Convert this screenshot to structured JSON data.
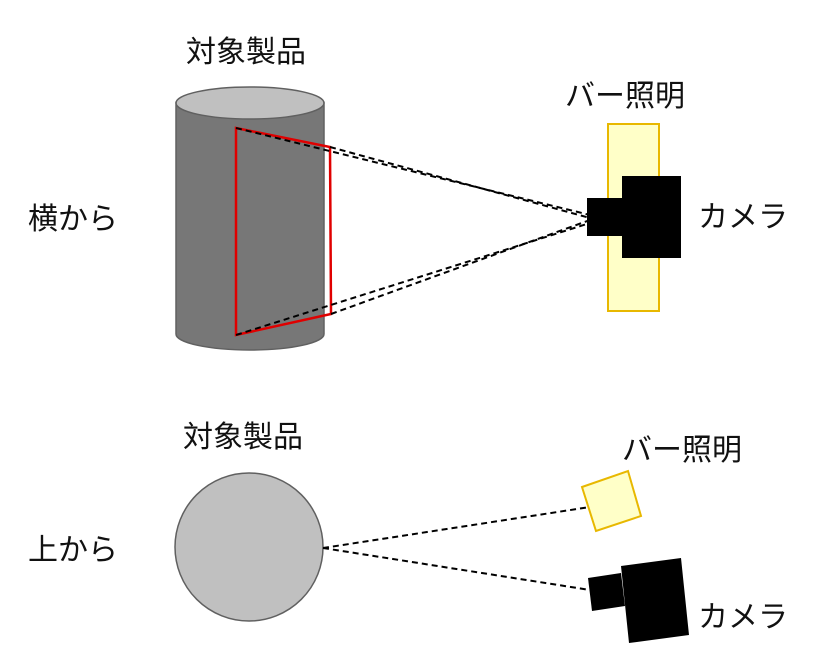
{
  "side_view": {
    "caption": "横から",
    "product_label": "対象製品",
    "light_label": "バー照明",
    "camera_label": "カメラ"
  },
  "top_view": {
    "caption": "上から",
    "product_label": "対象製品",
    "light_label": "バー照明",
    "camera_label": "カメラ"
  },
  "colors": {
    "cylinder_body": "#777777",
    "cylinder_top": "#c0c0c0",
    "inspection_area": "#e00000",
    "bar_light_fill": "#ffffc8",
    "bar_light_stroke": "#e8b800",
    "camera": "#000000",
    "disc": "#c0c0c0"
  }
}
